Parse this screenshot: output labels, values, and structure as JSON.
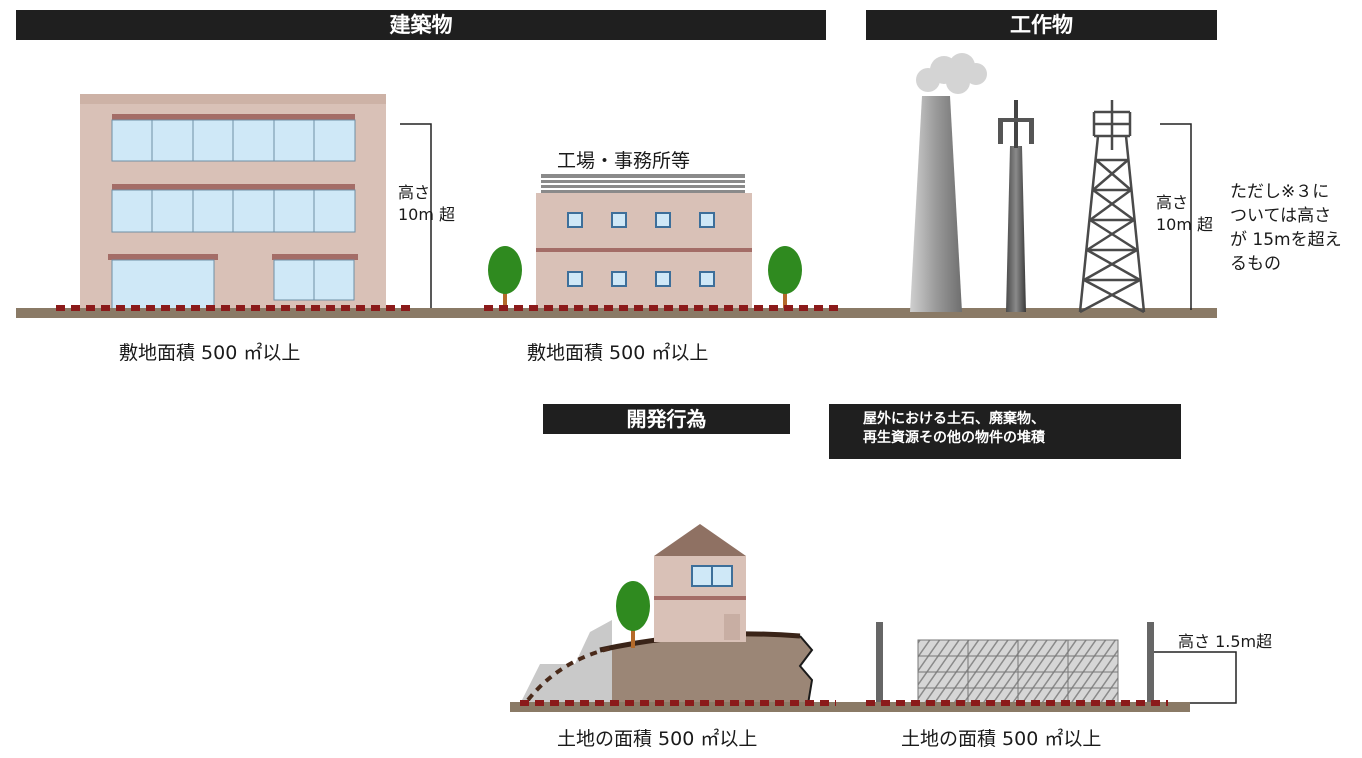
{
  "sections": {
    "building": "建築物",
    "structure": "工作物",
    "development": "開発行為",
    "storage": "屋外における土石、廃棄物、\n再生資源その他の物件の堆積"
  },
  "labels": {
    "building_height": "高さ\n10m 超",
    "factory_caption": "工場・事務所等",
    "building_area_1": "敷地面積 500 ㎡以上",
    "building_area_2": "敷地面積 500 ㎡以上",
    "structure_height": "高さ\n10m 超",
    "structure_note": "ただし※３に\nついては高さ\nが 15mを超え\nるもの",
    "storage_height": "高さ 1.5m超",
    "development_area": "土地の面積 500 ㎡以上",
    "storage_area": "土地の面積 500 ㎡以上"
  },
  "colors": {
    "header_bg": "#1f1f1f",
    "ground": "#8a7a66",
    "dotted_boundary": "#8b1a1a",
    "building_wall": "#d9c1b7",
    "window": "#cfe8f7",
    "tree": "#2f8a1f",
    "trunk": "#b46a2a"
  }
}
